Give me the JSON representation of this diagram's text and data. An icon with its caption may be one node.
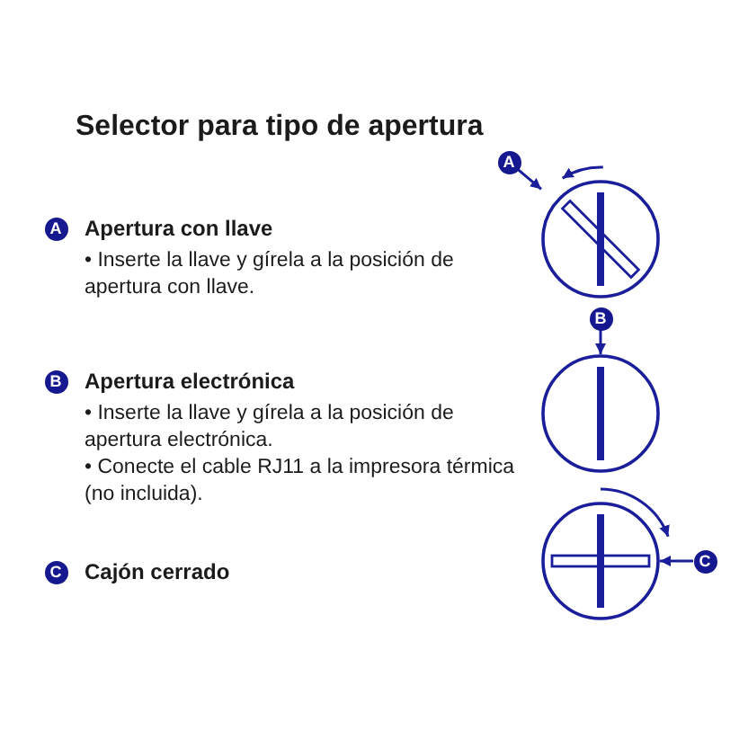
{
  "diagram": {
    "title": "Selector para tipo de apertura",
    "nodes": [
      {
        "text": [
          "A"
        ],
        "beside": [
          "Apertura con llave",
          "• Inserte la llave y gírela a la posición de apertura con llave."
        ]
      },
      {
        "text": [
          "B"
        ],
        "beside": [
          "Apertura electrónica",
          "• Inserte la llave y gírela a la posición de apertura electrónica.",
          "• Conecte el cable RJ11 a la impresora térmica (no incluida)."
        ]
      },
      {
        "text": [
          "C"
        ],
        "beside": [
          "Cajón cerrado"
        ]
      },
      {
        "text": [
          "A"
        ]
      },
      {
        "text": [],
        "shape": "picture"
      },
      {
        "text": [
          "B"
        ]
      },
      {
        "text": [],
        "shape": "picture"
      },
      {
        "text": [
          "C"
        ]
      },
      {
        "text": [],
        "shape": "picture"
      }
    ],
    "edges": [
      {
        "from": 3,
        "to": 4,
        "arrow": "to"
      },
      {
        "from": 5,
        "to": 6,
        "arrow": "to"
      },
      {
        "from": 7,
        "to": 8,
        "arrow": "to"
      }
    ]
  }
}
